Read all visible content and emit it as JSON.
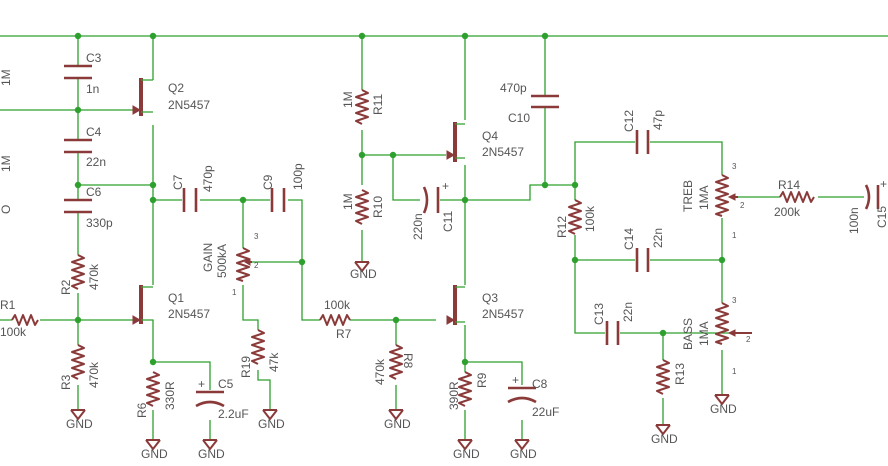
{
  "colors": {
    "wire": "#2ea02e",
    "part": "#8b3a3a",
    "text": "#555555",
    "background": "#ffffff"
  },
  "labels": {
    "c3_name": "C3",
    "c3_val": "1n",
    "c4_name": "C4",
    "c4_val": "22n",
    "c6_name": "C6",
    "c6_val": "330p",
    "q2_name": "Q2",
    "q2_val": "2N5457",
    "q1_name": "Q1",
    "q1_val": "2N5457",
    "q4_name": "Q4",
    "q4_val": "2N5457",
    "q3_name": "Q3",
    "q3_val": "2N5457",
    "r2_name": "R2",
    "r2_val": "470k",
    "r3_name": "R3",
    "r3_val": "470k",
    "r1_name": "R1",
    "r1_val": "100k",
    "left_1m_a": "1M",
    "left_1m_b": "1M",
    "left_o": "O",
    "c7_name": "C7",
    "c7_val": "470p",
    "c9_name": "C9",
    "c9_val": "100p",
    "gain_name": "GAIN",
    "gain_val": "500kA",
    "r19_name": "R19",
    "r19_val": "47k",
    "r6_name": "R6",
    "r6_val": "330R",
    "c5_name": "C5",
    "c5_val": "2.2uF",
    "r7_name": "R7",
    "r7_val": "100k",
    "r8_name": "R8",
    "r8_val": "470k",
    "r11_name": "R11",
    "r11_val": "1M",
    "r10_name": "R10",
    "r10_val": "1M",
    "c11_name": "C11",
    "c11_val": "220n",
    "r9_name": "R9",
    "r9_val": "390R",
    "c8_name": "C8",
    "c8_val": "22uF",
    "c10_name": "C10",
    "c10_val": "470p",
    "c12_name": "C12",
    "c12_val": "47p",
    "r12_name": "R12",
    "r12_val": "100k",
    "c14_name": "C14",
    "c14_val": "22n",
    "c13_name": "C13",
    "c13_val": "22n",
    "r13_name": "R13",
    "treb_name": "TREB",
    "treb_val": "1MA",
    "bass_name": "BASS",
    "bass_val": "1MA",
    "r14_name": "R14",
    "r14_val": "200k",
    "c15_val": "100n",
    "c15_name": "C15",
    "gnd": "GND",
    "pin1": "1",
    "pin2": "2",
    "pin3": "3",
    "plus": "+"
  }
}
